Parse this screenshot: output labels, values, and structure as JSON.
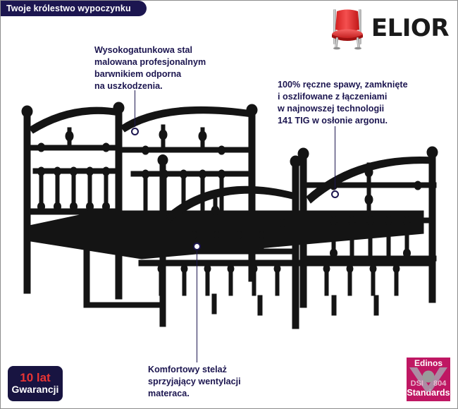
{
  "banner": {
    "text": "Twoje królestwo wypoczynku"
  },
  "logo": {
    "icon": "red-chair-icon",
    "word": "ELIOR"
  },
  "callouts": [
    {
      "id": "steel",
      "text": "Wysokogatunkowa stal\nmalowana profesjonalnym\nbarwnikiem odporna\nna uszkodzenia.",
      "marker": "hollow-circle"
    },
    {
      "id": "welds",
      "text": "100% ręczne spawy, zamknięte\ni oszlifowane z łączeniami\nw najnowszej technologii\n141 TIG w osłonie argonu.",
      "marker": "hollow-circle"
    },
    {
      "id": "slats",
      "text": "Komfortowy stelaż\nsprzyjający wentylacji\nmateraca.",
      "marker": "filled-circle"
    }
  ],
  "product": {
    "name": "metal-bed-frame",
    "color": "#141414"
  },
  "warranty_badge": {
    "top_text": "10 lat",
    "bottom_text": "Gwarancji",
    "background": "#181441",
    "top_color": "#e83434"
  },
  "edinos_badge": {
    "title": "Edinos",
    "code_left": "DSI",
    "code_right": "804",
    "subtitle": "Standards",
    "background": "#bf1763"
  }
}
